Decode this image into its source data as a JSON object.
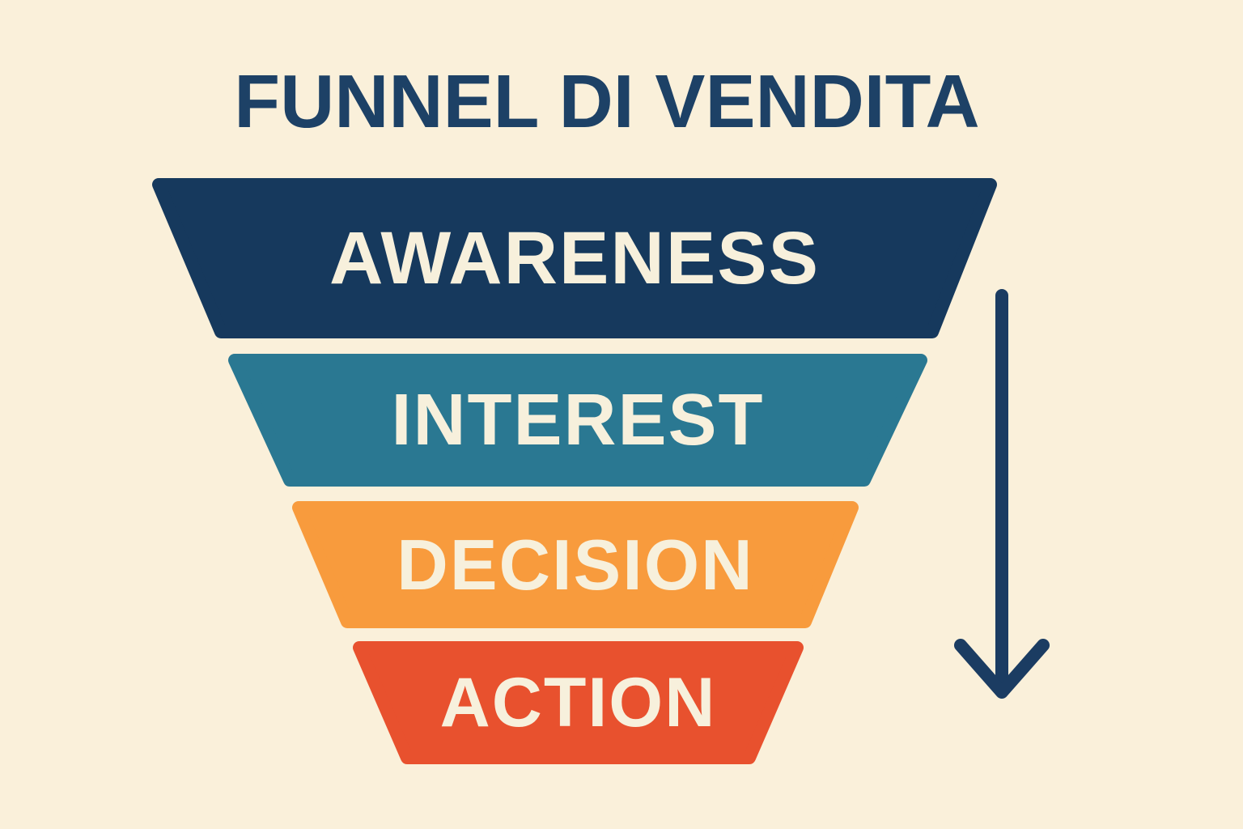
{
  "title": "FUNNEL DI VENDITA",
  "funnel": {
    "stages": [
      {
        "label": "AWARENESS",
        "color": "#16395D"
      },
      {
        "label": "INTEREST",
        "color": "#2A7892"
      },
      {
        "label": "DECISION",
        "color": "#F89B3D"
      },
      {
        "label": "ACTION",
        "color": "#E8512E"
      }
    ]
  },
  "colors": {
    "background": "#FAF0DA",
    "title_text": "#1D4166",
    "stage_label_text": "#F7F0DC",
    "arrow": "#1B3C62"
  }
}
